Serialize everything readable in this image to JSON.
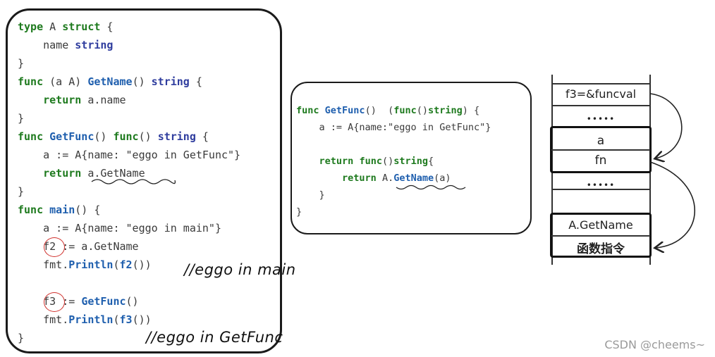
{
  "left_code": {
    "lines": [
      [
        {
          "t": "type",
          "c": "kw"
        },
        {
          "t": " A ",
          "c": ""
        },
        {
          "t": "struct",
          "c": "kw"
        },
        {
          "t": " {",
          "c": ""
        }
      ],
      [
        {
          "t": "    name ",
          "c": ""
        },
        {
          "t": "string",
          "c": "ty"
        }
      ],
      [
        {
          "t": "}",
          "c": ""
        }
      ],
      [
        {
          "t": "func",
          "c": "kw"
        },
        {
          "t": " (a A) ",
          "c": ""
        },
        {
          "t": "GetName",
          "c": "fn"
        },
        {
          "t": "() ",
          "c": ""
        },
        {
          "t": "string",
          "c": "ty"
        },
        {
          "t": " {",
          "c": ""
        }
      ],
      [
        {
          "t": "    ",
          "c": ""
        },
        {
          "t": "return",
          "c": "kw"
        },
        {
          "t": " a.name",
          "c": ""
        }
      ],
      [
        {
          "t": "}",
          "c": ""
        }
      ],
      [
        {
          "t": "func",
          "c": "kw"
        },
        {
          "t": " ",
          "c": ""
        },
        {
          "t": "GetFunc",
          "c": "fn"
        },
        {
          "t": "() ",
          "c": ""
        },
        {
          "t": "func",
          "c": "kw"
        },
        {
          "t": "() ",
          "c": ""
        },
        {
          "t": "string",
          "c": "ty"
        },
        {
          "t": " {",
          "c": ""
        }
      ],
      [
        {
          "t": "    a := A{name: \"eggo in GetFunc\"}",
          "c": ""
        }
      ],
      [
        {
          "t": "    ",
          "c": ""
        },
        {
          "t": "return",
          "c": "kw"
        },
        {
          "t": " a.GetName",
          "c": ""
        }
      ],
      [
        {
          "t": "}",
          "c": ""
        }
      ],
      [
        {
          "t": "func",
          "c": "kw"
        },
        {
          "t": " ",
          "c": ""
        },
        {
          "t": "main",
          "c": "fn"
        },
        {
          "t": "() {",
          "c": ""
        }
      ],
      [
        {
          "t": "    a := A{name: \"eggo in main\"}",
          "c": ""
        }
      ],
      [
        {
          "t": "    f2 := a.GetName",
          "c": ""
        }
      ],
      [
        {
          "t": "    fmt.",
          "c": ""
        },
        {
          "t": "Println",
          "c": "fn"
        },
        {
          "t": "(",
          "c": ""
        },
        {
          "t": "f2",
          "c": "fn"
        },
        {
          "t": "())",
          "c": ""
        }
      ],
      [
        {
          "t": "",
          "c": ""
        }
      ],
      [
        {
          "t": "    f3 := ",
          "c": ""
        },
        {
          "t": "GetFunc",
          "c": "fn"
        },
        {
          "t": "()",
          "c": ""
        }
      ],
      [
        {
          "t": "    fmt.",
          "c": ""
        },
        {
          "t": "Println",
          "c": "fn"
        },
        {
          "t": "(",
          "c": ""
        },
        {
          "t": "f3",
          "c": "fn"
        },
        {
          "t": "())",
          "c": ""
        }
      ],
      [
        {
          "t": "}",
          "c": ""
        }
      ]
    ],
    "annotation_main": "//eggo in main",
    "annotation_getfunc": "//eggo in GetFunc"
  },
  "mid_code": {
    "lines": [
      [
        {
          "t": "func",
          "c": "kw"
        },
        {
          "t": " ",
          "c": ""
        },
        {
          "t": "GetFunc",
          "c": "fn"
        },
        {
          "t": "()  (",
          "c": ""
        },
        {
          "t": "func",
          "c": "kw"
        },
        {
          "t": "()",
          "c": ""
        },
        {
          "t": "string",
          "c": "kw"
        },
        {
          "t": ") {",
          "c": ""
        }
      ],
      [
        {
          "t": "    a := A{name:\"eggo in GetFunc\"}",
          "c": ""
        }
      ],
      [
        {
          "t": "",
          "c": ""
        }
      ],
      [
        {
          "t": "    ",
          "c": ""
        },
        {
          "t": "return",
          "c": "kw"
        },
        {
          "t": " ",
          "c": ""
        },
        {
          "t": "func",
          "c": "kw"
        },
        {
          "t": "()",
          "c": ""
        },
        {
          "t": "string",
          "c": "kw"
        },
        {
          "t": "{",
          "c": ""
        }
      ],
      [
        {
          "t": "        ",
          "c": ""
        },
        {
          "t": "return",
          "c": "kw"
        },
        {
          "t": " A.",
          "c": ""
        },
        {
          "t": "GetName",
          "c": "fn"
        },
        {
          "t": "(a)",
          "c": ""
        }
      ],
      [
        {
          "t": "    }",
          "c": ""
        }
      ],
      [
        {
          "t": "}",
          "c": ""
        }
      ]
    ]
  },
  "stack": {
    "f3": "f3=&funcval",
    "dots1": "•••••",
    "a": "a",
    "fn": "fn",
    "dots2": "•••••",
    "getname": "A.GetName",
    "instr": "函数指令"
  },
  "watermark": "CSDN @cheems~",
  "colors": {
    "keyword": "#1e7a1e",
    "function": "#1f5fae",
    "type": "#2f3d9e",
    "circle": "#d0312d"
  }
}
